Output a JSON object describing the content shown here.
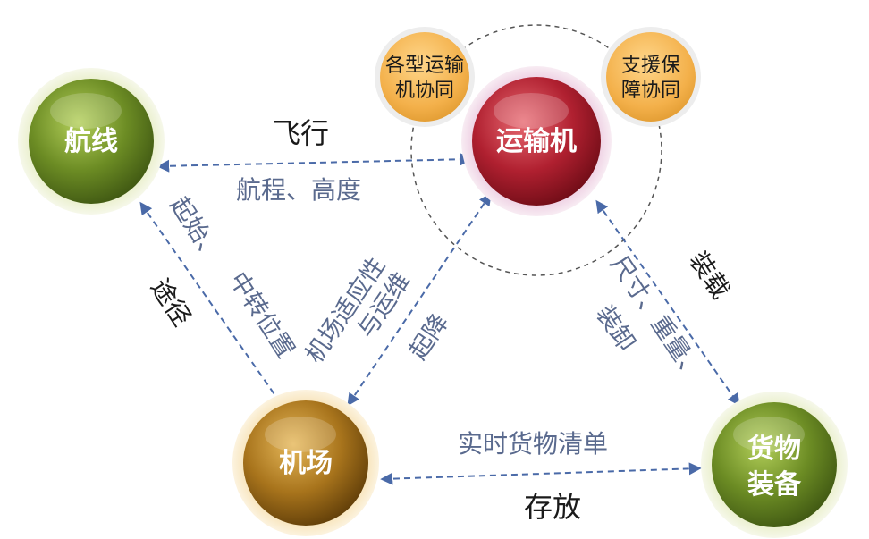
{
  "nodes": {
    "route": "航线",
    "transport": "运输机",
    "airport": "机场",
    "cargo_line1": "货物",
    "cargo_line2": "装备",
    "types_line1": "各型运输",
    "types_line2": "机协同",
    "support_line1": "支援保",
    "support_line2": "障协同"
  },
  "labels": {
    "flight": "飞行",
    "range_altitude": "航程、高度",
    "transit_line1": "起始、",
    "transit_line2": "中转位置",
    "path": "途径",
    "airport_fit_line1": "机场适应性",
    "airport_fit_line2": "与运维",
    "takeoff_landing": "起降",
    "load": "装载",
    "size_line1": "尺寸、重量、",
    "size_line2": "装卸",
    "manifest": "实时货物清单",
    "storage": "存放"
  },
  "colors": {
    "arrow": "#4a6aa8",
    "route_green": "#5a7a1e",
    "transport_red": "#a81e2a",
    "airport_gold": "#a8781e",
    "satellite_orange": "#f3b04a"
  }
}
